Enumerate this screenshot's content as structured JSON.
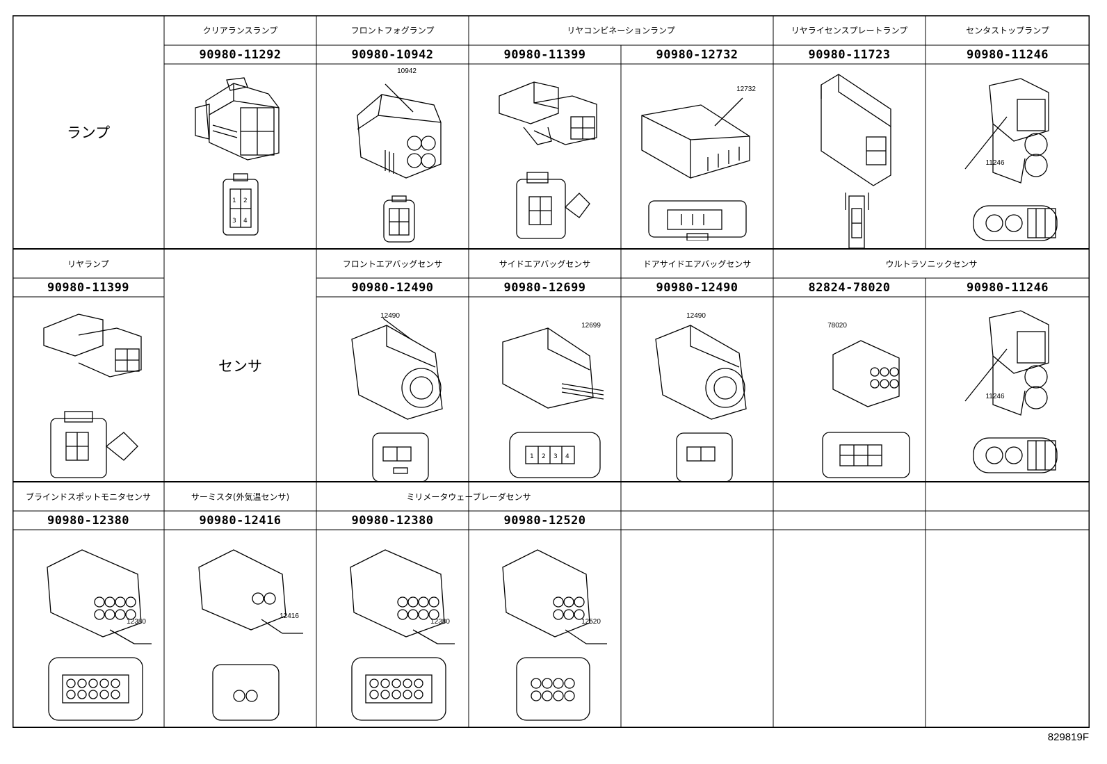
{
  "categories": {
    "lamp": "ランプ",
    "sensor": "センサ"
  },
  "row1": {
    "headers": [
      "クリアランスランプ",
      "フロントフォグランプ",
      "リヤコンビネーションランプ",
      "リヤライセンスプレートランプ",
      "センタストップランプ"
    ],
    "parts": [
      "90980-11292",
      "90980-10942",
      "90980-11399",
      "90980-12732",
      "90980-11723",
      "90980-11246"
    ],
    "tags": [
      "10942",
      "12732",
      "11246"
    ]
  },
  "row2": {
    "headers": [
      "リヤランプ",
      "フロントエアバッグセンサ",
      "サイドエアバッグセンサ",
      "ドアサイドエアバッグセンサ",
      "ウルトラソニックセンサ"
    ],
    "parts": [
      "90980-11399",
      "90980-12490",
      "90980-12699",
      "90980-12490",
      "82824-78020",
      "90980-11246"
    ],
    "tags": [
      "12490",
      "12699",
      "12490",
      "78020",
      "11246"
    ]
  },
  "row3": {
    "headers": [
      "ブラインドスポットモニタセンサ",
      "サーミスタ(外気温センサ)",
      "ミリメータウェーブレーダセンサ"
    ],
    "parts": [
      "90980-12380",
      "90980-12416",
      "90980-12380",
      "90980-12520"
    ],
    "tags": [
      "12380",
      "12416",
      "12380",
      "12520"
    ]
  },
  "doc_number": "829819F"
}
